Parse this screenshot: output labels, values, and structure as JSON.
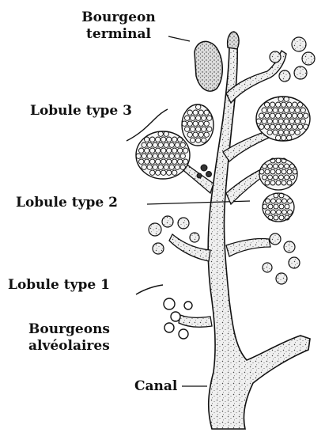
{
  "labels": {
    "bourgeon_terminal_line1": "Bourgeon",
    "bourgeon_terminal_line2": "terminal",
    "lobule_type_3": "Lobule type 3",
    "lobule_type_2": "Lobule type 2",
    "lobule_type_1": "Lobule type 1",
    "bourgeons_alveolaires_line1": "Bourgeons",
    "bourgeons_alveolaires_line2": "alvéolaires",
    "canal": "Canal"
  },
  "colors": {
    "ink": "#111111",
    "tissue_fill": "#ebebeb",
    "lobule_fill": "#f6f6f6",
    "background": "#ffffff"
  }
}
